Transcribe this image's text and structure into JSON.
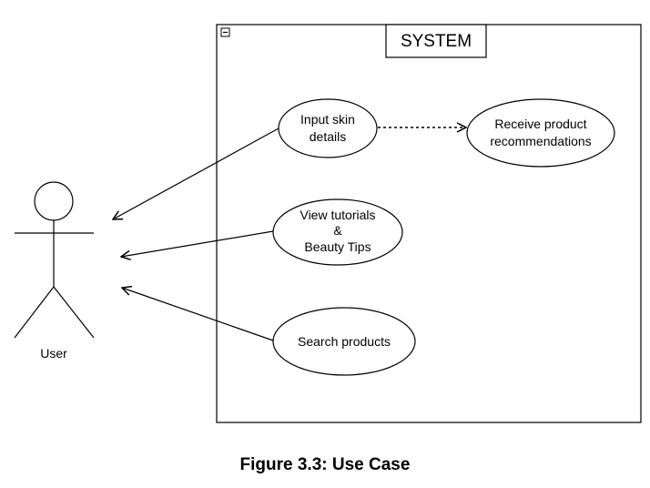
{
  "system": {
    "title": "SYSTEM"
  },
  "actor": {
    "label": "User"
  },
  "use_cases": {
    "input_skin": [
      "Input skin",
      "details"
    ],
    "receive_recs": [
      "Receive product",
      "recommendations"
    ],
    "tutorials": [
      "View tutorials",
      "&",
      "Beauty Tips"
    ],
    "search": [
      "Search products"
    ]
  },
  "caption": "Figure 3.3: Use Case"
}
